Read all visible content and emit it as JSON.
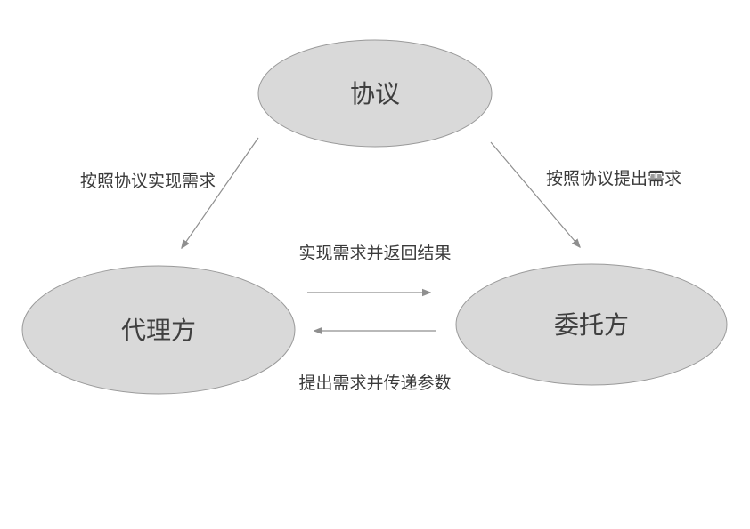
{
  "nodes": {
    "protocol": "协议",
    "agent": "代理方",
    "delegator": "委托方"
  },
  "edges": {
    "protocol_to_agent": "按照协议实现需求",
    "protocol_to_delegator": "按照协议提出需求",
    "agent_to_delegator": "实现需求并返回结果",
    "delegator_to_agent": "提出需求并传递参数"
  },
  "colors": {
    "node_fill": "#d9d9d9",
    "node_stroke": "#9a9a9a",
    "edge": "#8f8f8f",
    "text": "#3f3f3f"
  }
}
